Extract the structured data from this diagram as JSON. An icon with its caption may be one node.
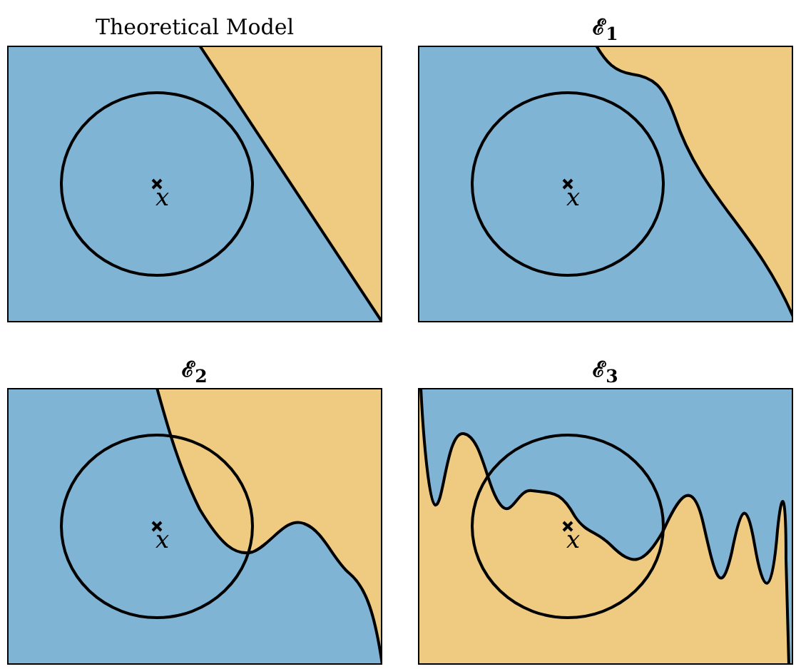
{
  "diagram": {
    "labels": [
      "Theoretical Model",
      "x",
      "ℰ$_{1}$",
      "x",
      "ℰ$_{2}$",
      "x",
      "ℰ$_{3}$",
      "x"
    ]
  }
}
